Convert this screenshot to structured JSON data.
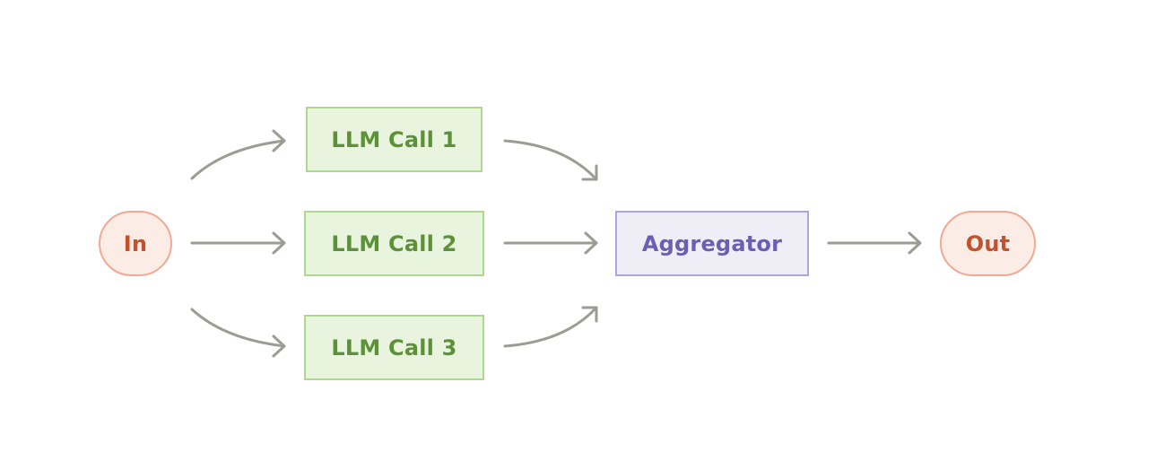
{
  "colors": {
    "terminal_fill": "#fbece6",
    "terminal_stroke": "#eeaa93",
    "terminal_text": "#c2522d",
    "llm_fill": "#e9f4df",
    "llm_stroke": "#aed78f",
    "llm_text": "#5d9138",
    "agg_fill": "#efeef7",
    "agg_stroke": "#aaa6e0",
    "agg_text": "#6a5fb5",
    "edge": "#9c9b94"
  },
  "nodes": {
    "input": "In",
    "llm_call_1": "LLM Call 1",
    "llm_call_2": "LLM Call 2",
    "llm_call_3": "LLM Call 3",
    "aggregator": "Aggregator",
    "output": "Out"
  },
  "edges": [
    {
      "from": "input",
      "to": "llm_call_1"
    },
    {
      "from": "input",
      "to": "llm_call_2"
    },
    {
      "from": "input",
      "to": "llm_call_3"
    },
    {
      "from": "llm_call_1",
      "to": "aggregator"
    },
    {
      "from": "llm_call_2",
      "to": "aggregator"
    },
    {
      "from": "llm_call_3",
      "to": "aggregator"
    },
    {
      "from": "aggregator",
      "to": "output"
    }
  ]
}
